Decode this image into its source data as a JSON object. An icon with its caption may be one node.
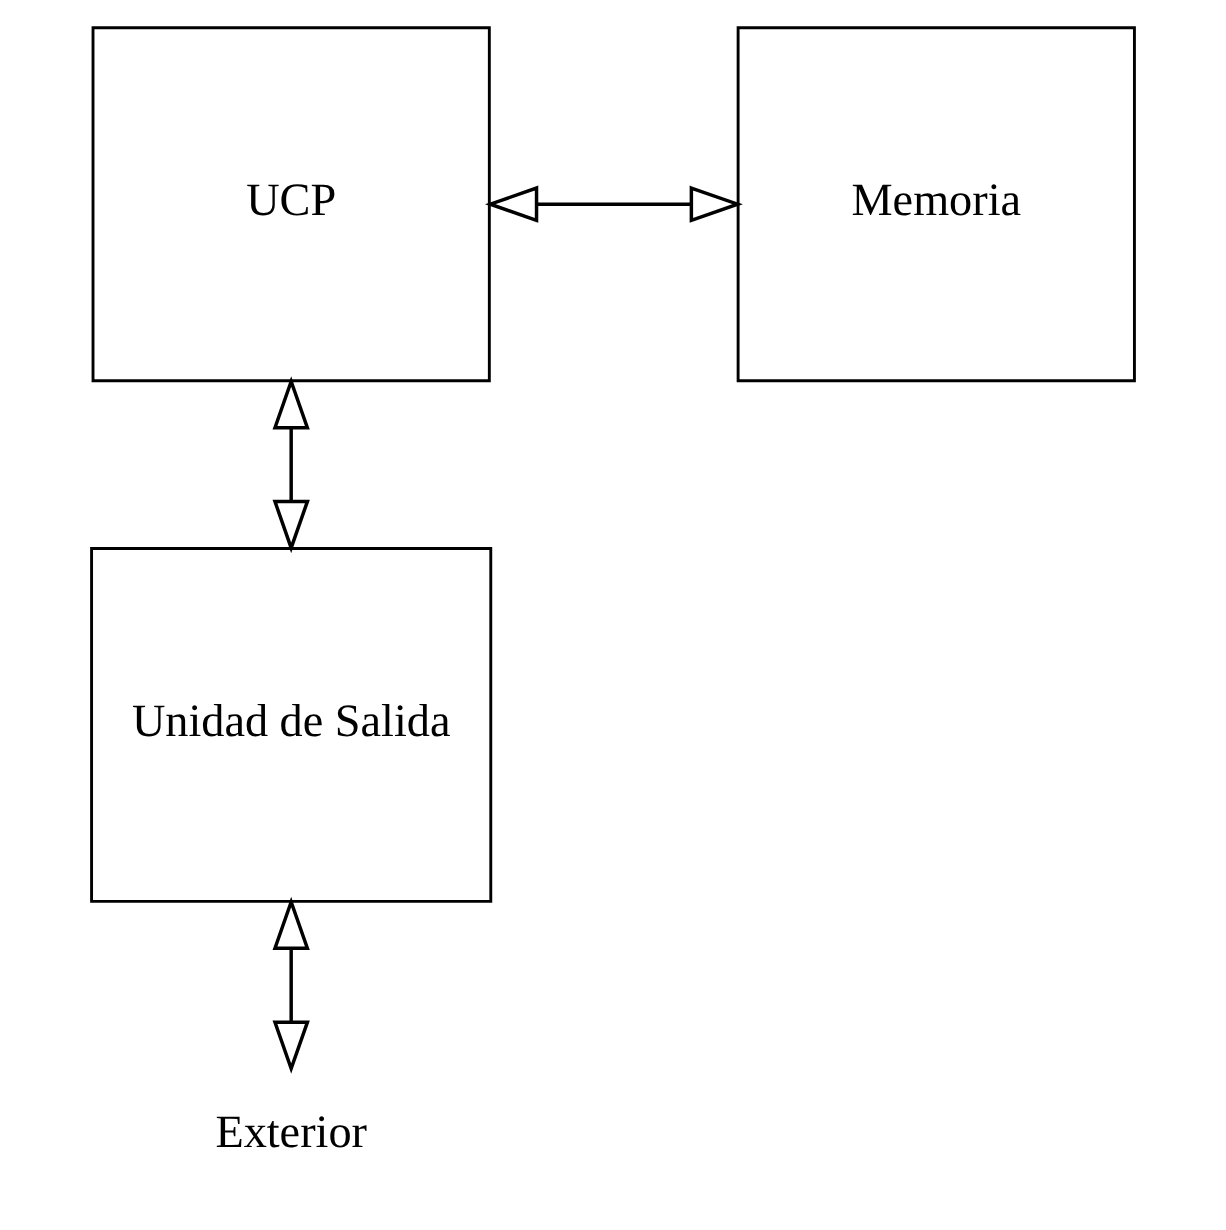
{
  "diagram": {
    "nodes": [
      {
        "text": [
          "UCP"
        ]
      },
      {
        "text": [
          "Memoria"
        ]
      },
      {
        "text": [
          "Unidad de Salida"
        ]
      },
      {
        "text": [
          "Exterior"
        ]
      }
    ],
    "edges": [
      {
        "from": 0,
        "to": 1,
        "arrow": "both"
      },
      {
        "from": 0,
        "to": 2,
        "arrow": "both"
      },
      {
        "from": 2,
        "to": 3,
        "arrow": "both"
      }
    ]
  }
}
